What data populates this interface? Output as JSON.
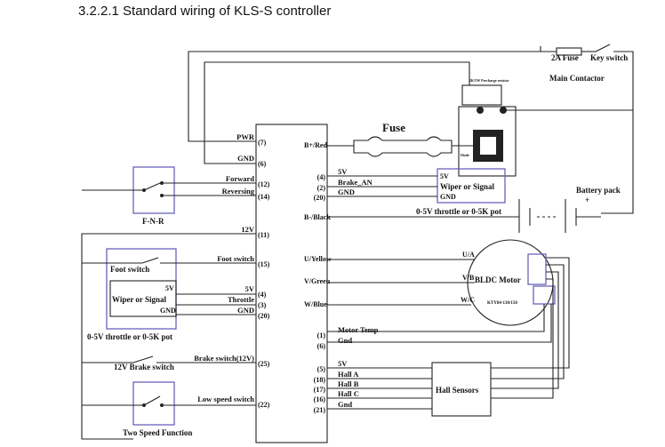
{
  "heading": "3.2.2.1 Standard wiring of KLS-S controller",
  "controller": {
    "left_labels": [
      {
        "text": "PWR",
        "pin": "(7)"
      },
      {
        "text": "GND",
        "pin": "(6)"
      },
      {
        "text": "Forward",
        "pin": "(12)"
      },
      {
        "text": "Reversing",
        "pin": "(14)"
      },
      {
        "text": "12V",
        "pin": "(11)"
      },
      {
        "text": "Foot switch",
        "pin": "(15)"
      },
      {
        "text": "5V",
        "pin": "(4)"
      },
      {
        "text": "Throttle",
        "pin": "(3)"
      },
      {
        "text": "GND",
        "pin": "(20)"
      },
      {
        "text": "Brake switch(12V)",
        "pin": "(25)"
      },
      {
        "text": "Low speed switch",
        "pin": "(22)"
      }
    ],
    "right_labels": [
      {
        "text": "B+/Red",
        "pin": ""
      },
      {
        "text": "5V",
        "pin": "(4)"
      },
      {
        "text": "Brake_AN",
        "pin": "(2)"
      },
      {
        "text": "GND",
        "pin": "(20)"
      },
      {
        "text": "B-/Black",
        "pin": ""
      },
      {
        "text": "U/Yellow",
        "pin": ""
      },
      {
        "text": "V/Green",
        "pin": ""
      },
      {
        "text": "W/Blue",
        "pin": ""
      },
      {
        "text": "Motor Temp",
        "pin": "(1)"
      },
      {
        "text": "Gnd",
        "pin": "(6)"
      },
      {
        "text": "5V",
        "pin": "(5)"
      },
      {
        "text": "Hall A",
        "pin": "(18)"
      },
      {
        "text": "Hall B",
        "pin": "(17)"
      },
      {
        "text": "Hall C",
        "pin": "(16)"
      },
      {
        "text": "Gnd",
        "pin": "(21)"
      }
    ]
  },
  "components": {
    "fuse_2a": "2A Fuse",
    "key_switch": "Key switch",
    "main_contactor": "Main Contactor",
    "fuse": "Fuse",
    "battery_pack": "Battery pack",
    "battery_plus": "+",
    "wiper_box": {
      "l1": "5V",
      "l2": "Wiper or Signal",
      "l3": "GND"
    },
    "throttle_note_right": "0-5V throttle or 0-5K pot",
    "fnr": "F-N-R",
    "foot_switch": "Foot switch",
    "left_wiper": {
      "l1": "5V",
      "l2": "Wiper or Signal",
      "l3": "GND"
    },
    "throttle_note_left": "0-5V throttle or 0-5K pot",
    "brake_switch": "12V Brake switch",
    "two_speed": "Two Speed Function",
    "motor_phase": {
      "u": "U/A",
      "v": "V/B",
      "w": "W/C"
    },
    "motor": "BLDC Motor",
    "motor_model": "KTY84-130/150",
    "hall_sensors": "Hall Sensors",
    "precharge_label": "1K/5W Precharge resistor",
    "diode_label": "Diode"
  }
}
